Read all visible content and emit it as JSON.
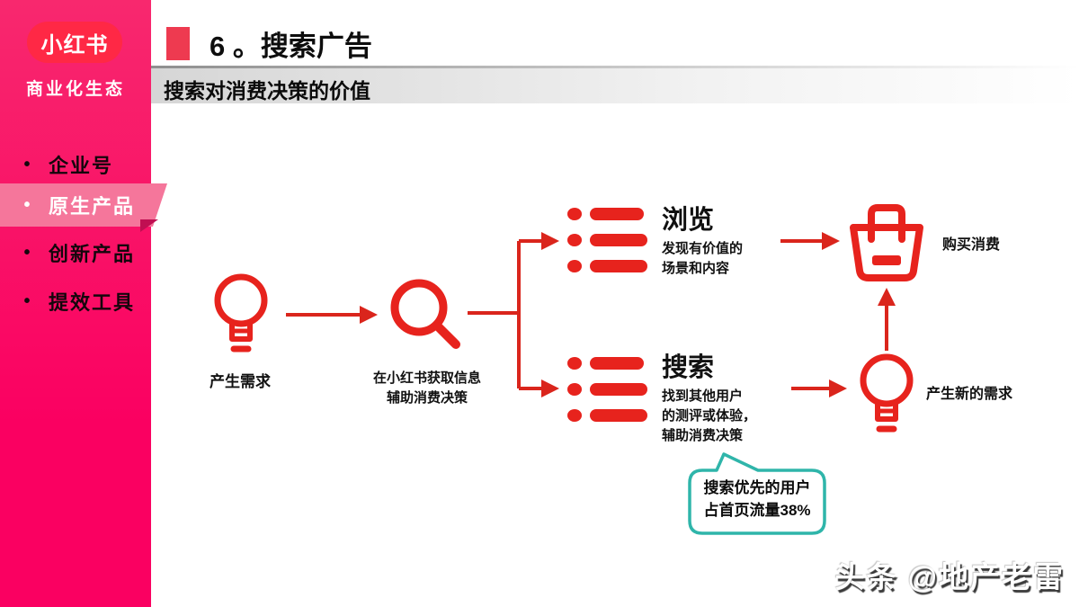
{
  "sidebar": {
    "logo_text": "小红书",
    "subtitle": "商业化生态",
    "items": [
      {
        "label": "企业号",
        "active": false
      },
      {
        "label": "原生产品",
        "active": true
      },
      {
        "label": "创新产品",
        "active": false
      },
      {
        "label": "提效工具",
        "active": false
      }
    ],
    "bullet": "•"
  },
  "header": {
    "title": "6 。搜索广告",
    "subtitle": "搜索对消费决策的价值"
  },
  "diagram": {
    "need": {
      "label": "产生需求"
    },
    "get_info": {
      "line1": "在小红书获取信息",
      "line2": "辅助消费决策"
    },
    "browse": {
      "title": "浏览",
      "desc1": "发现有价值的",
      "desc2": "场景和内容"
    },
    "search": {
      "title": "搜索",
      "desc1": "找到其他用户",
      "desc2": "的测评或体验，",
      "desc3": "辅助消费决策"
    },
    "purchase": {
      "label": "购买消费"
    },
    "new_need": {
      "label": "产生新的需求"
    },
    "bubble": {
      "line1": "搜索优先的用户",
      "line2": "占首页流量38%"
    }
  },
  "watermark": "头条 @地产老雷",
  "colors": {
    "sidebar_pink": "#fa0061",
    "highlight_pink": "#f5769b",
    "logo_red": "#ff2845",
    "header_red": "#ee3a50",
    "accent_red": "#e7231d",
    "bubble_teal": "#2fb5aa"
  }
}
